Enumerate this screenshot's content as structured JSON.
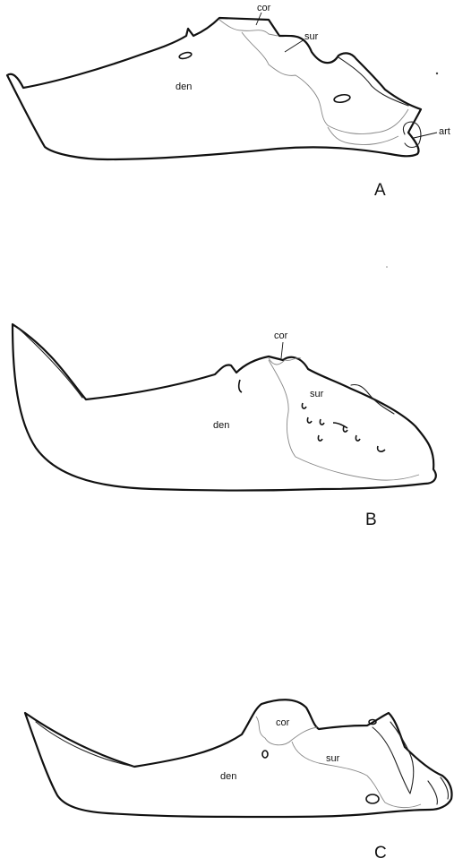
{
  "panels": [
    {
      "panel_label": "A",
      "labels": {
        "cor": "cor",
        "sur": "sur",
        "den": "den",
        "art": "art"
      }
    },
    {
      "panel_label": "B",
      "labels": {
        "cor": "cor",
        "sur": "sur",
        "den": "den"
      }
    },
    {
      "panel_label": "C",
      "labels": {
        "cor": "cor",
        "sur": "sur",
        "den": "den"
      }
    }
  ]
}
